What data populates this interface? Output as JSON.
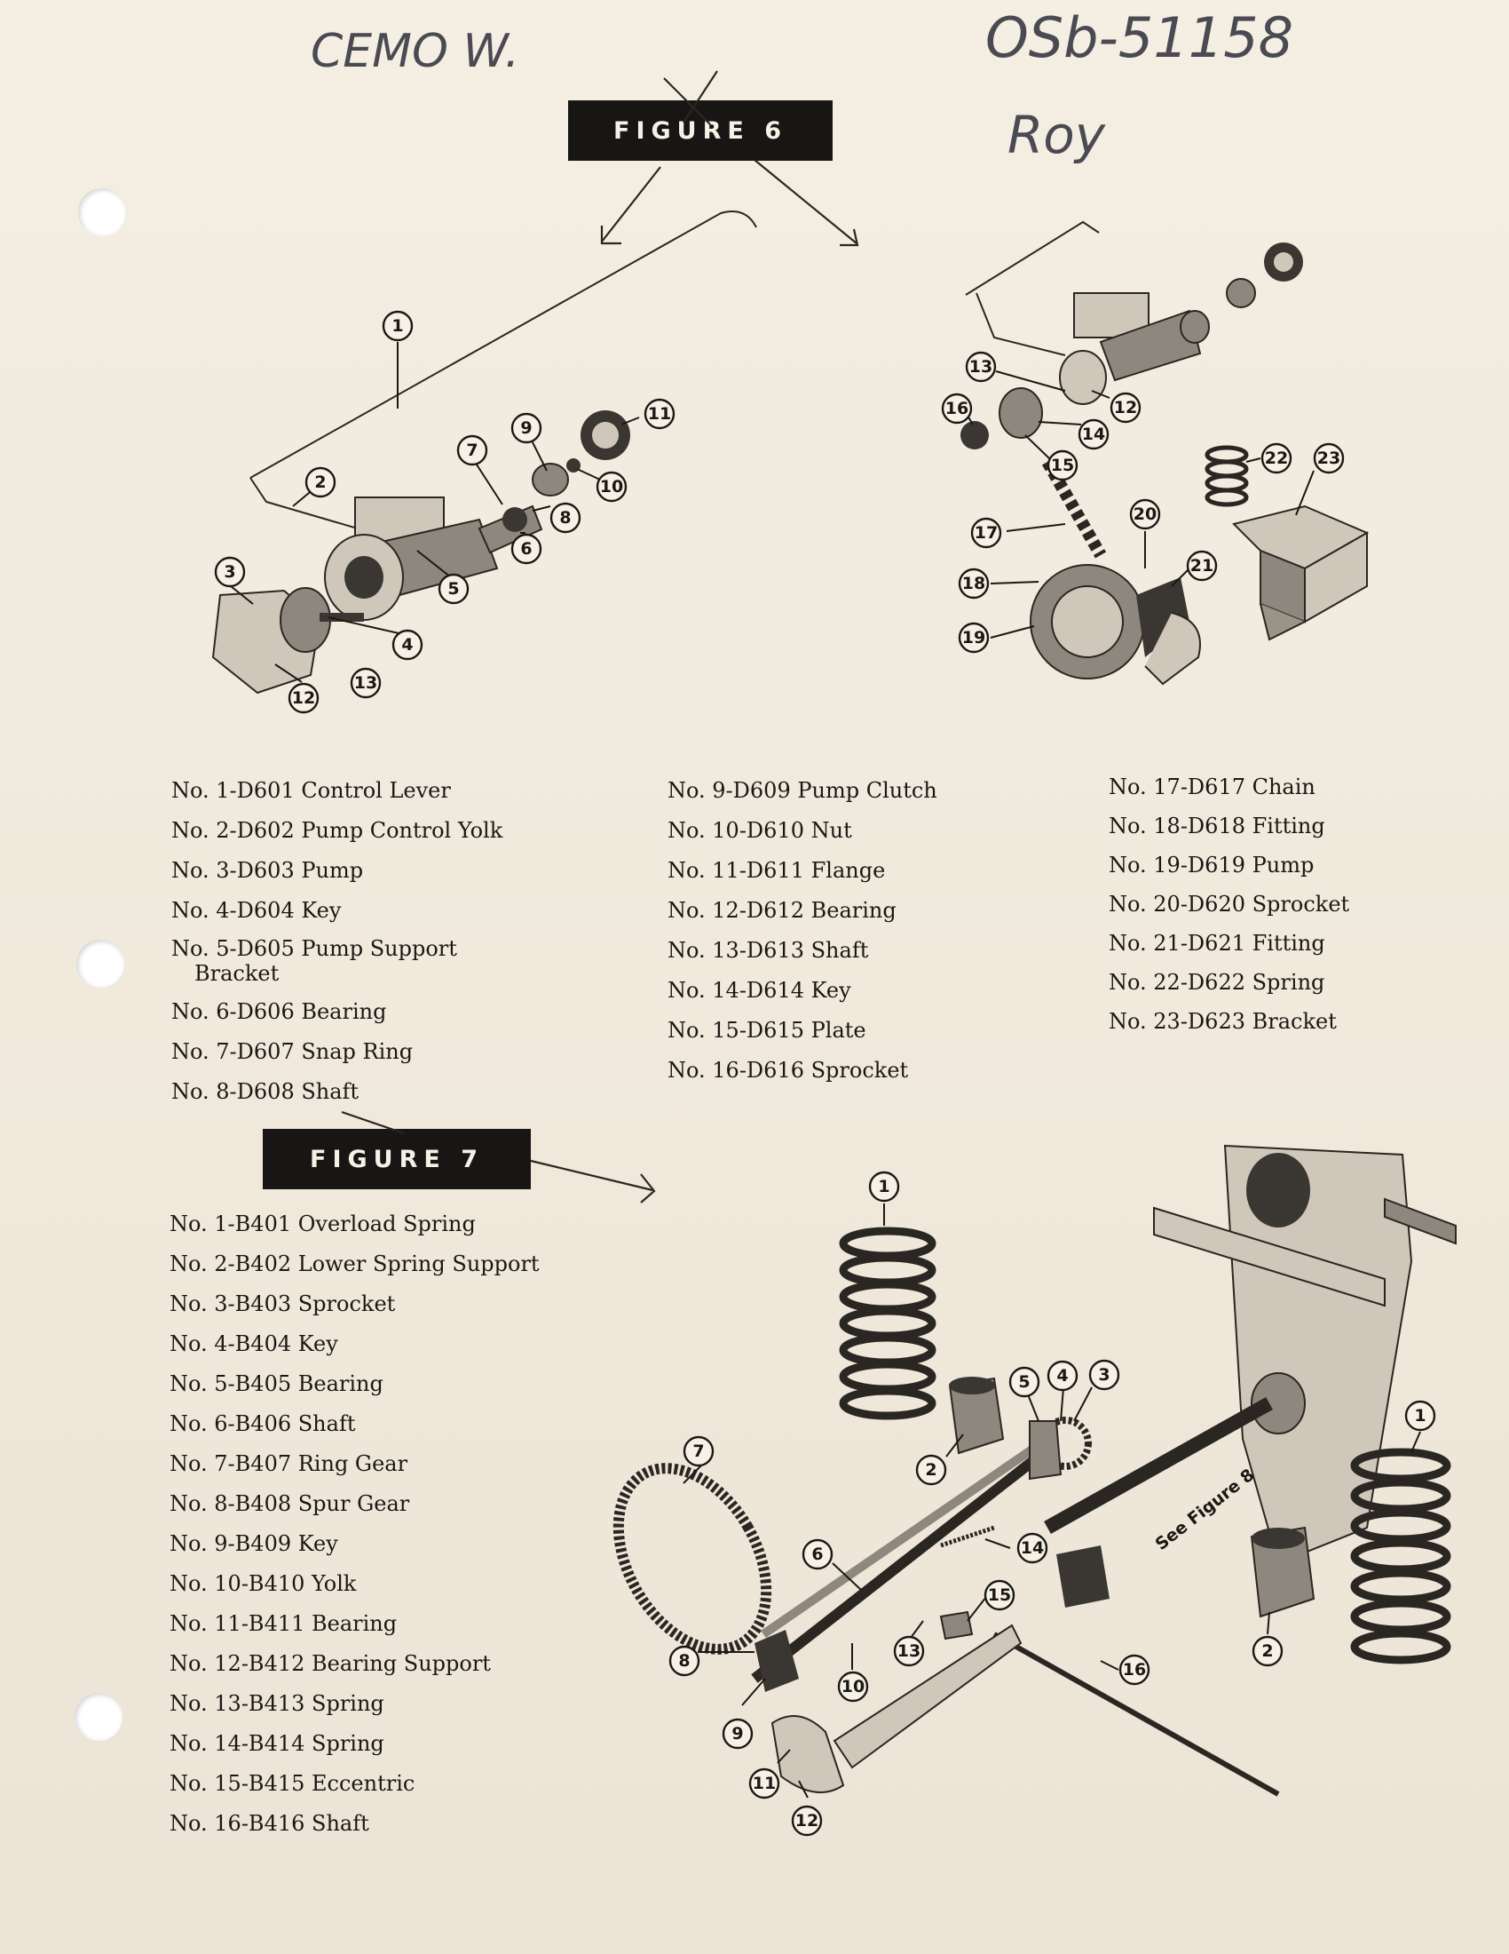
{
  "handwriting": {
    "top_left": "CEMO W.",
    "top_right": "OSb-51158",
    "signature": "Roy"
  },
  "figure6": {
    "label": "FIGURE 6",
    "parts_col1": [
      "No. 1-D601 Control Lever",
      "No. 2-D602 Pump Control Yolk",
      "No. 3-D603 Pump",
      "No. 4-D604 Key",
      "No. 5-D605 Pump Support",
      "No. 6-D606 Bearing",
      "No. 7-D607 Snap Ring",
      "No. 8-D608 Shaft"
    ],
    "part5_wrap": "Bracket",
    "parts_col2": [
      "No. 9-D609 Pump Clutch",
      "No. 10-D610 Nut",
      "No. 11-D611 Flange",
      "No. 12-D612 Bearing",
      "No. 13-D613 Shaft",
      "No. 14-D614 Key",
      "No. 15-D615 Plate",
      "No. 16-D616 Sprocket"
    ],
    "parts_col3": [
      "No. 17-D617 Chain",
      "No. 18-D618 Fitting",
      "No. 19-D619 Pump",
      "No. 20-D620 Sprocket",
      "No. 21-D621 Fitting",
      "No. 22-D622 Spring",
      "No. 23-D623 Bracket"
    ],
    "callouts_left": [
      "1",
      "2",
      "3",
      "4",
      "5",
      "6",
      "7",
      "8",
      "9",
      "10",
      "11",
      "12",
      "13"
    ],
    "callouts_right": [
      "12",
      "13",
      "14",
      "15",
      "16",
      "17",
      "18",
      "19",
      "20",
      "21",
      "22",
      "23"
    ]
  },
  "figure7": {
    "label": "FIGURE 7",
    "parts": [
      "No. 1-B401 Overload Spring",
      "No. 2-B402 Lower Spring Support",
      "No. 3-B403 Sprocket",
      "No. 4-B404 Key",
      "No. 5-B405 Bearing",
      "No. 6-B406 Shaft",
      "No. 7-B407 Ring Gear",
      "No. 8-B408 Spur Gear",
      "No. 9-B409 Key",
      "No. 10-B410 Yolk",
      "No. 11-B411 Bearing",
      "No. 12-B412 Bearing Support",
      "No. 13-B413 Spring",
      "No. 14-B414 Spring",
      "No. 15-B415 Eccentric",
      "No. 16-B416 Shaft"
    ],
    "callouts": [
      "1",
      "1",
      "2",
      "2",
      "3",
      "4",
      "5",
      "6",
      "7",
      "8",
      "9",
      "10",
      "11",
      "12",
      "13",
      "14",
      "15",
      "16"
    ],
    "see_figure": "See Figure 8"
  },
  "colors": {
    "paper": "#f1ebdf",
    "ink": "#1b1814",
    "label_bg": "#181614",
    "pencil": "#4a4a52"
  }
}
